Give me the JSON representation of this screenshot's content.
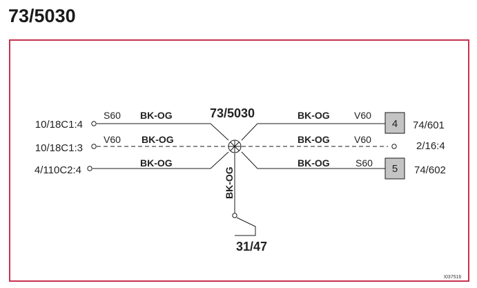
{
  "page_title": "73/5030",
  "diagram": {
    "splice_label": "73/5030",
    "ground_label": "31/47",
    "image_code": "I037516",
    "left_connectors": [
      "10/18C1:4",
      "10/18C1:3",
      "4/110C2:4"
    ],
    "right_connectors": [
      "74/601",
      "2/16:4",
      "74/602"
    ],
    "left_signals": [
      "S60",
      "V60"
    ],
    "right_signals": [
      "V60",
      "V60",
      "S60"
    ],
    "left_wire_colors": [
      "BK-OG",
      "BK-OG",
      "BK-OG"
    ],
    "right_wire_colors": [
      "BK-OG",
      "BK-OG",
      "BK-OG"
    ],
    "ground_wire_color": "BK-OG",
    "pins": [
      "4",
      "5"
    ],
    "colors": {
      "frame": "#c8304f",
      "pin_fill": "#c4c4c4",
      "line": "#1a1a1a"
    }
  }
}
